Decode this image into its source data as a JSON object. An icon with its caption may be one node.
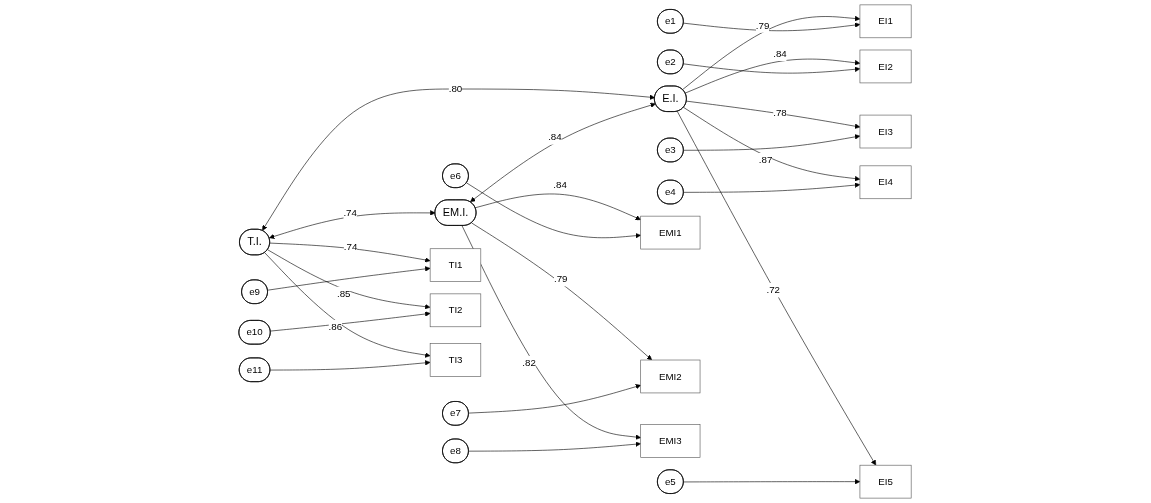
{
  "diagram": {
    "nodes": [
      {
        "text": [
          "e1"
        ]
      },
      {
        "text": [
          "e2"
        ]
      },
      {
        "text": [
          "e3"
        ]
      },
      {
        "text": [
          "e4"
        ]
      },
      {
        "text": [
          "e5"
        ]
      },
      {
        "text": [
          "e6"
        ]
      },
      {
        "text": [
          "e7"
        ]
      },
      {
        "text": [
          "e8"
        ]
      },
      {
        "text": [
          "e9"
        ]
      },
      {
        "text": [
          "e10"
        ]
      },
      {
        "text": [
          "e11"
        ]
      },
      {
        "text": [
          "EI1"
        ]
      },
      {
        "text": [
          "EI2"
        ]
      },
      {
        "text": [
          "EI3"
        ]
      },
      {
        "text": [
          "EI4"
        ]
      },
      {
        "text": [
          "EI5"
        ]
      },
      {
        "text": [
          "EMI1"
        ]
      },
      {
        "text": [
          "EMI2"
        ]
      },
      {
        "text": [
          "EMI3"
        ]
      },
      {
        "text": [
          "TI1"
        ]
      },
      {
        "text": [
          "TI2"
        ]
      },
      {
        "text": [
          "TI3"
        ]
      },
      {
        "text": [
          "E.I."
        ]
      },
      {
        "text": [
          "EM.I."
        ]
      },
      {
        "text": [
          "T.I."
        ]
      }
    ],
    "edges": [
      {
        "from": 0,
        "to": 11,
        "arrow": "to"
      },
      {
        "from": 1,
        "to": 12,
        "arrow": "to"
      },
      {
        "from": 2,
        "to": 13,
        "arrow": "to"
      },
      {
        "from": 3,
        "to": 14,
        "arrow": "to"
      },
      {
        "from": 4,
        "to": 15,
        "arrow": "to"
      },
      {
        "from": 5,
        "to": 16,
        "arrow": "to"
      },
      {
        "from": 6,
        "to": 17,
        "arrow": "to"
      },
      {
        "from": 7,
        "to": 18,
        "arrow": "to"
      },
      {
        "from": 8,
        "to": 19,
        "arrow": "to"
      },
      {
        "from": 9,
        "to": 20,
        "arrow": "to"
      },
      {
        "from": 10,
        "to": 21,
        "arrow": "to"
      },
      {
        "from": 22,
        "to": 11,
        "arrow": "to",
        "label": ".79"
      },
      {
        "from": 22,
        "to": 12,
        "arrow": "to",
        "label": ".84"
      },
      {
        "from": 22,
        "to": 13,
        "arrow": "to",
        "label": ".78"
      },
      {
        "from": 22,
        "to": 14,
        "arrow": "to",
        "label": ".87"
      },
      {
        "from": 22,
        "to": 15,
        "arrow": "to",
        "label": ".72"
      },
      {
        "from": 23,
        "to": 16,
        "arrow": "to",
        "label": ".84"
      },
      {
        "from": 23,
        "to": 17,
        "arrow": "to",
        "label": ".79"
      },
      {
        "from": 23,
        "to": 18,
        "arrow": "to",
        "label": ".82"
      },
      {
        "from": 24,
        "to": 19,
        "arrow": "to",
        "label": ".74"
      },
      {
        "from": 24,
        "to": 20,
        "arrow": "to",
        "label": ".85"
      },
      {
        "from": 24,
        "to": 21,
        "arrow": "to",
        "label": ".86"
      },
      {
        "from": 22,
        "to": 23,
        "arrow": "both",
        "label": ".84"
      },
      {
        "from": 23,
        "to": 24,
        "arrow": "both",
        "label": ".74"
      },
      {
        "from": 22,
        "to": 24,
        "arrow": "both",
        "label": ".80"
      }
    ]
  }
}
